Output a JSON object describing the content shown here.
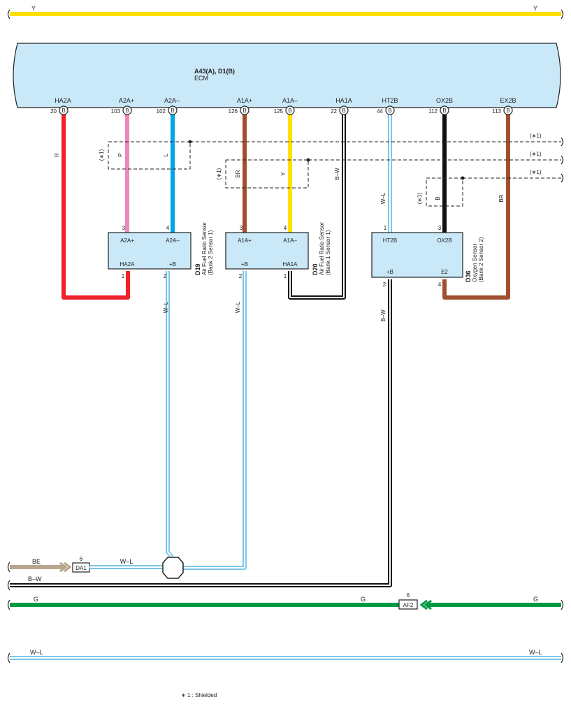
{
  "ecm": {
    "title": "A43(A), D1(B)",
    "subtitle": "ECM",
    "pins": [
      {
        "name": "HA2A",
        "number": "20",
        "conn": "B"
      },
      {
        "name": "A2A+",
        "number": "103",
        "conn": "B"
      },
      {
        "name": "A2A–",
        "number": "102",
        "conn": "B"
      },
      {
        "name": "A1A+",
        "number": "126",
        "conn": "B"
      },
      {
        "name": "A1A–",
        "number": "125",
        "conn": "B"
      },
      {
        "name": "HA1A",
        "number": "22",
        "conn": "B"
      },
      {
        "name": "HT2B",
        "number": "44",
        "conn": "B"
      },
      {
        "name": "OX2B",
        "number": "112",
        "conn": "B"
      },
      {
        "name": "EX2B",
        "number": "113",
        "conn": "B"
      }
    ]
  },
  "top_wire": {
    "label_left": "Y",
    "label_right": "Y",
    "color": "#FFE000"
  },
  "wire_labels": {
    "r": "R",
    "p": "P",
    "l": "L",
    "br1": "BR",
    "y": "Y",
    "bw1": "B–W",
    "wl1": "W–L",
    "b": "B",
    "br2": "BR",
    "wl_d19": "W–L",
    "wl_d20": "W–L",
    "bw_d36": "B–W"
  },
  "shield_labels": [
    "(∗1)",
    "(∗1)",
    "(∗1)",
    "(∗1)",
    "(∗1)",
    "(∗1)"
  ],
  "d19": {
    "id": "D19",
    "desc1": "Air Fuel Ratio Sensor",
    "desc2": "(Bank 2 Sensor 1)",
    "top_pins": [
      {
        "num": "3",
        "name": "A2A+"
      },
      {
        "num": "4",
        "name": "A2A–"
      }
    ],
    "bottom_pins": [
      {
        "num": "1",
        "name": "HA2A"
      },
      {
        "num": "2",
        "name": "+B"
      }
    ]
  },
  "d20": {
    "id": "D20",
    "desc1": "Air Fuel Ratio Sensor",
    "desc2": "(Bank 1 Sensor 1)",
    "top_pins": [
      {
        "num": "3",
        "name": "A1A+"
      },
      {
        "num": "4",
        "name": "A1A–"
      }
    ],
    "bottom_pins": [
      {
        "num": "2",
        "name": "+B"
      },
      {
        "num": "1",
        "name": "HA1A"
      }
    ]
  },
  "d36": {
    "id": "D36",
    "desc1": "Oxygen Sensor",
    "desc2": "(Bank 2 Sensor 2)",
    "top_pins": [
      {
        "num": "1",
        "name": "HT2B"
      },
      {
        "num": "3",
        "name": "OX2B"
      }
    ],
    "bottom_pins": [
      {
        "num": "2",
        "name": "+B"
      },
      {
        "num": "4",
        "name": "E2"
      }
    ]
  },
  "bottom": {
    "be_label": "BE",
    "da1_pin": "6",
    "da1": "DA1",
    "wl_label": "W–L",
    "bw_label": "B–W",
    "g_left": "G",
    "g_mid": "G",
    "g_right": "G",
    "af2_pin": "6",
    "af2": "AF2",
    "wl_left": "W–L",
    "wl_right": "W–L"
  },
  "footnote": "∗ 1 : Shielded",
  "colors": {
    "ecm_fill": "#C9E8F8",
    "red": "#EE2228",
    "pink": "#EE88BB",
    "blue": "#00A6E6",
    "brown": "#A0502E",
    "yellow": "#FFE000",
    "black": "#111111",
    "green": "#009A44",
    "beige": "#B8A58C",
    "light_blue": "#7BC6EA"
  }
}
